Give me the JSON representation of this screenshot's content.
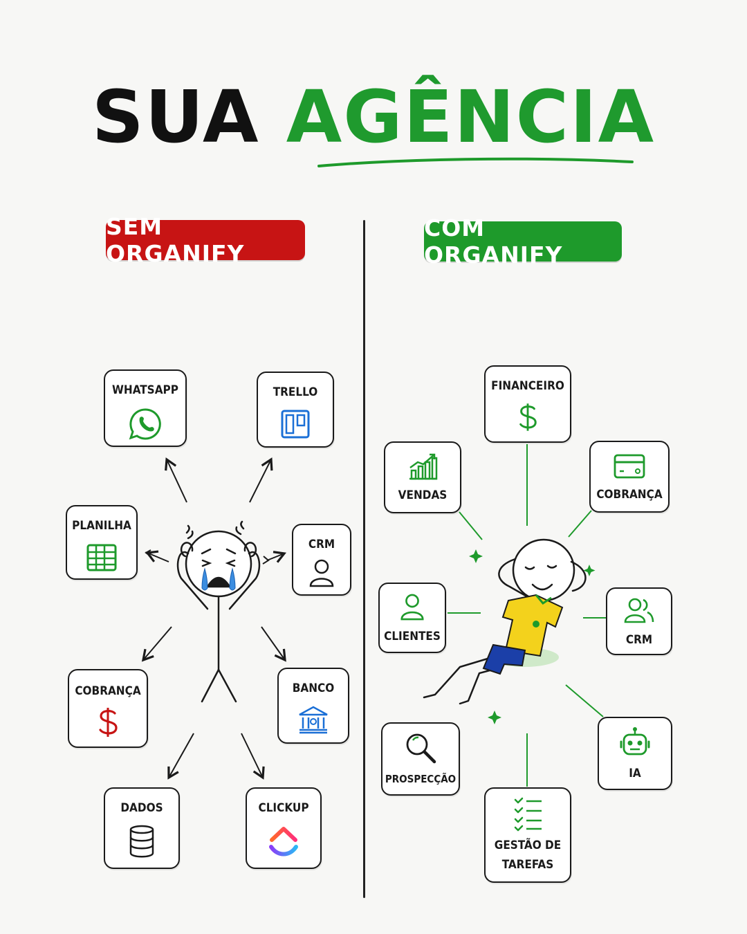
{
  "title": {
    "word1": "SUA",
    "word2": "AGÊNCIA"
  },
  "left": {
    "badge": "SEM ORGANIFY",
    "cards": {
      "whatsapp": "WHATSAPP",
      "trello": "TRELLO",
      "planilha": "PLANILHA",
      "crm": "CRM",
      "cobranca": "COBRANÇA",
      "banco": "BANCO",
      "dados": "DADOS",
      "clickup": "CLICKUP"
    }
  },
  "right": {
    "badge": "COM ORGANIFY",
    "cards": {
      "financeiro": "FINANCEIRO",
      "vendas": "VENDAS",
      "cobranca": "COBRANÇA",
      "clientes": "CLIENTES",
      "crm": "CRM",
      "prospeccao": "PROSPECÇÃO",
      "ia": "IA",
      "gestao_line1": "GESTÃO DE",
      "gestao_line2": "TAREFAS"
    }
  },
  "colors": {
    "green": "#1e9a2b",
    "red": "#c71414",
    "blue": "#1a6fd6",
    "ink": "#1a1a1a"
  },
  "icons": [
    "whatsapp-icon",
    "trello-icon",
    "spreadsheet-icon",
    "user-icon",
    "dollar-icon",
    "bank-icon",
    "database-icon",
    "clickup-icon",
    "chart-icon",
    "card-icon",
    "users-icon",
    "search-icon",
    "robot-icon",
    "checklist-icon"
  ]
}
